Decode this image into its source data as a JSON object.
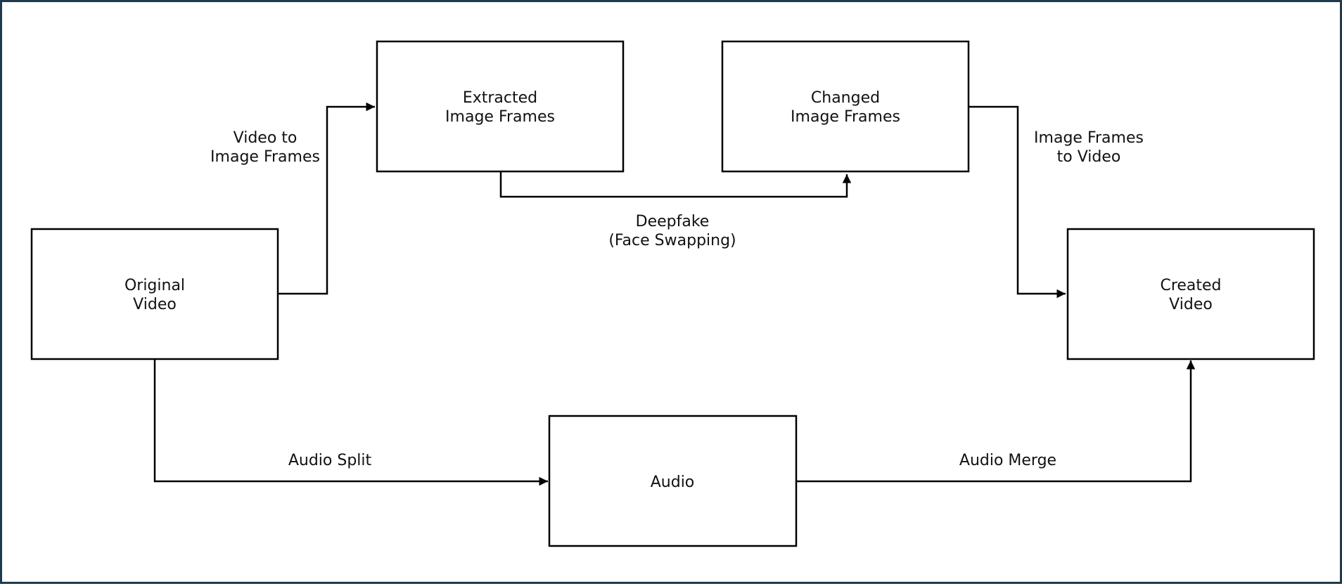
{
  "colors": {
    "border": "#1f3a4d",
    "stroke": "#000000",
    "text": "#111111"
  },
  "nodes": {
    "original_video": {
      "line1": "Original",
      "line2": "Video"
    },
    "extracted_frames": {
      "line1": "Extracted",
      "line2": "Image Frames"
    },
    "changed_frames": {
      "line1": "Changed",
      "line2": "Image Frames"
    },
    "created_video": {
      "line1": "Created",
      "line2": "Video"
    },
    "audio": {
      "line1": "Audio"
    }
  },
  "edges": {
    "video_to_frames": {
      "line1": "Video to",
      "line2": "Image Frames"
    },
    "deepfake": {
      "line1": "Deepfake",
      "line2": "(Face Swapping)"
    },
    "frames_to_video": {
      "line1": "Image Frames",
      "line2": "to Video"
    },
    "audio_split": {
      "line1": "Audio Split"
    },
    "audio_merge": {
      "line1": "Audio Merge"
    }
  }
}
